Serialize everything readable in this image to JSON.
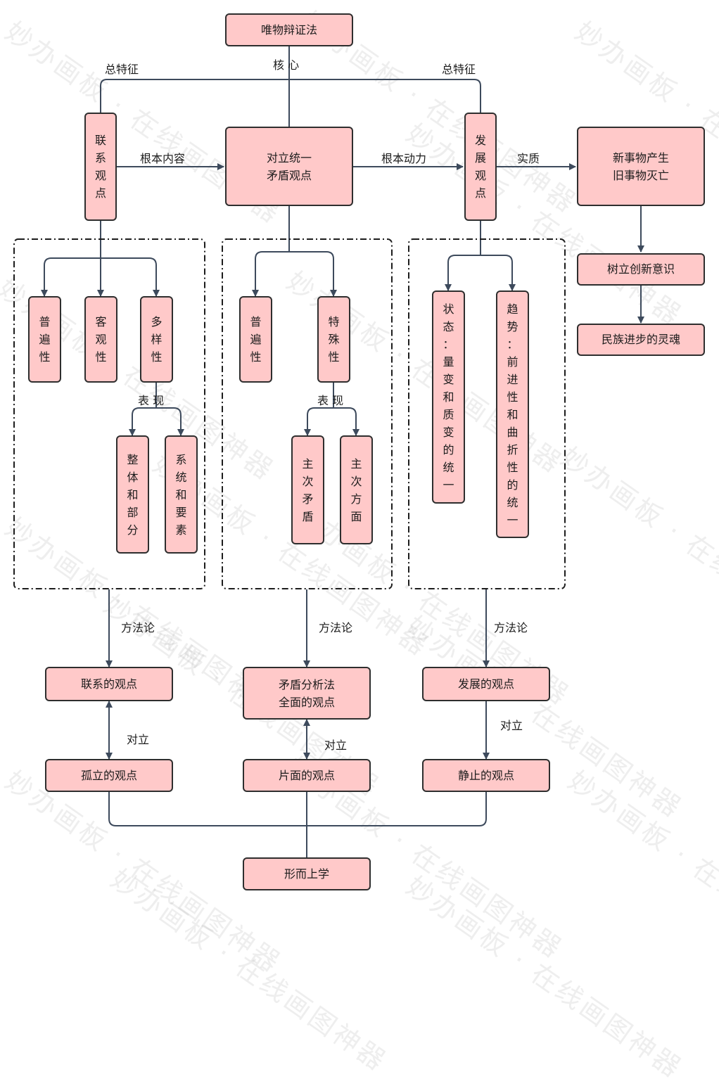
{
  "watermark": "妙办画板 · 在线画图神器",
  "nodes": {
    "root": "唯物辩证法",
    "link": "联系观点",
    "unity_1": "对立统一",
    "unity_2": "矛盾观点",
    "develop": "发展观点",
    "new_1": "新事物产生",
    "new_2": "旧事物灭亡",
    "innovate": "树立创新意识",
    "soul": "民族进步的灵魂",
    "link_universal": "普遍性",
    "link_objective": "客观性",
    "link_diverse": "多样性",
    "whole_part": "整体和部分",
    "system_element": "系统和要素",
    "c_universal": "普遍性",
    "c_special": "特殊性",
    "c_main_contra": "主次矛盾",
    "c_main_aspect": "主次方面",
    "state": "状态：量变和质变的统一",
    "trend": "趋势：前进性和曲折性的统一",
    "m_link": "联系的观点",
    "m_analysis_1": "矛盾分析法",
    "m_analysis_2": "全面的观点",
    "m_develop": "发展的观点",
    "isolated": "孤立的观点",
    "onesided": "片面的观点",
    "static": "静止的观点",
    "meta": "形而上学"
  },
  "labels": {
    "core": "核  心",
    "feature_left": "总特征",
    "feature_right": "总特征",
    "basic_content": "根本内容",
    "basic_power": "根本动力",
    "essence": "实质",
    "manifest_1": "表  现",
    "manifest_2": "表  现",
    "method_1": "方法论",
    "method_2": "方法论",
    "method_3": "方法论",
    "oppose_1": "对立",
    "oppose_2": "对立",
    "oppose_3": "对立"
  },
  "colors": {
    "node_fill": "#ffc9c9",
    "node_border": "#2e2e2e",
    "line": "#3d4a5c"
  }
}
